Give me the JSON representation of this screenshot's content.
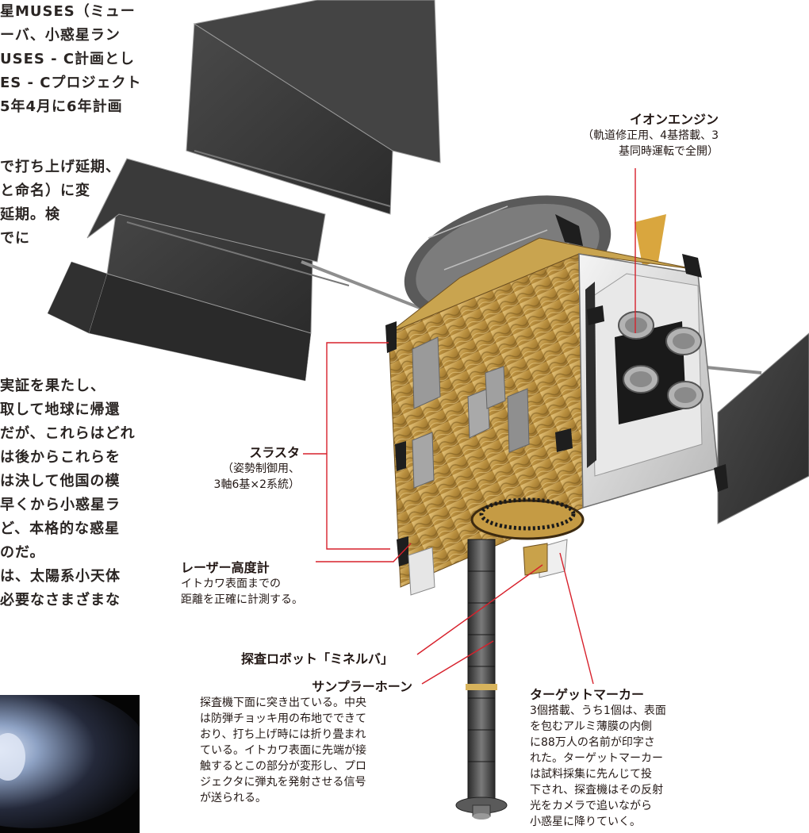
{
  "paragraphs": {
    "top": [
      "星MUSES（ミュー",
      "ーバ、小惑星ラン",
      "USES - C計画とし",
      "ES - Cプロジェクト",
      "5年4月に6年計画"
    ],
    "mid": [
      "で打ち上げ延期、",
      "と命名）に変",
      "延期。検",
      "でに"
    ],
    "bottom": [
      "実証を果たし、",
      "取して地球に帰還",
      "だが、これらはどれ",
      "は後からこれらを",
      "は決して他国の模",
      "早くから小惑星ラ",
      "ど、本格的な惑星",
      "のだ。",
      "は、太陽系小天体",
      "必要なさまざまな"
    ]
  },
  "labels": {
    "ion_engine": {
      "title": "イオンエンジン",
      "desc": [
        "（軌道修正用、4基搭載、3",
        "基同時運転で全開）"
      ]
    },
    "thruster": {
      "title": "スラスタ",
      "desc": [
        "（姿勢制御用、",
        "3軸6基×2系統）"
      ]
    },
    "laser_altimeter": {
      "title": "レーザー高度計",
      "desc": [
        "イトカワ表面までの",
        "距離を正確に計測する。"
      ]
    },
    "minerva": {
      "title": "探査ロボット「ミネルバ」"
    },
    "sampler_horn": {
      "title": "サンプラーホーン",
      "desc": [
        "探査機下面に突き出ている。中央",
        "は防弾チョッキ用の布地でできて",
        "おり、打ち上げ時には折り畳まれ",
        "ている。イトカワ表面に先端が接",
        "触するとこの部分が変形し、プロ",
        "ジェクタに弾丸を発射させる信号",
        "が送られる。"
      ]
    },
    "target_marker": {
      "title": "ターゲットマーカー",
      "desc": [
        "3個搭載、うち1個は、表面",
        "を包むアルミ薄膜の内側",
        "に88万人の名前が印字さ",
        "れた。ターゲットマーカー",
        "は試料採集に先んじて投",
        "下され、探査機はその反射",
        "光をカメラで追いながら",
        "小惑星に降りていく。"
      ]
    }
  },
  "colors": {
    "leader_line": "#d7202b",
    "text": "#231815",
    "panel": "#3b3b3b",
    "foil": "#c9a24a",
    "photo_bg": "#050505"
  }
}
